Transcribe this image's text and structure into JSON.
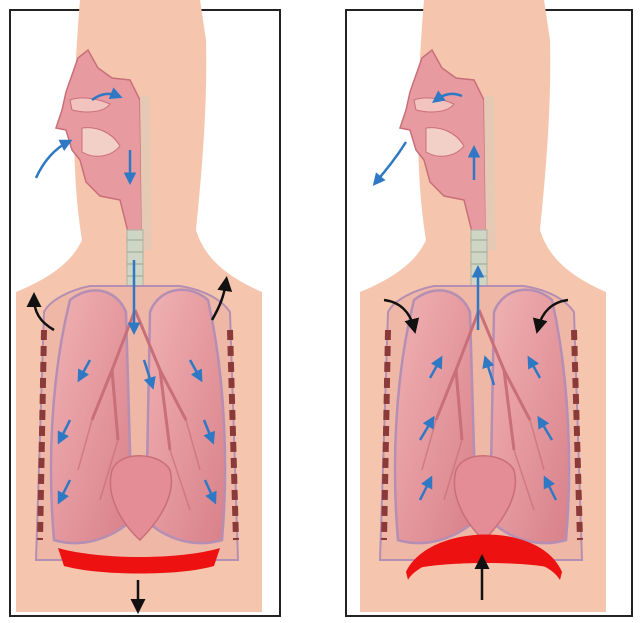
{
  "panels": [
    {
      "phase": "inhalation",
      "air_direction": "in",
      "diaphragm": "flattened-down",
      "rib_movement": "outward-up"
    },
    {
      "phase": "exhalation",
      "air_direction": "out",
      "diaphragm": "domed-up",
      "rib_movement": "inward-down"
    }
  ],
  "colors": {
    "skin": "#f5c6ad",
    "skin_dark": "#e8a98e",
    "lung": "#e79aa0",
    "lung_dark": "#c96f79",
    "lung_outline": "#b58fb3",
    "airway": "#d98a8f",
    "trachea": "#cfd6c6",
    "diaphragm": "#ee1111",
    "air_arrow": "#2f78c4",
    "move_arrow": "#111111",
    "frame": "#222222",
    "rib": "#8b3a3a"
  }
}
